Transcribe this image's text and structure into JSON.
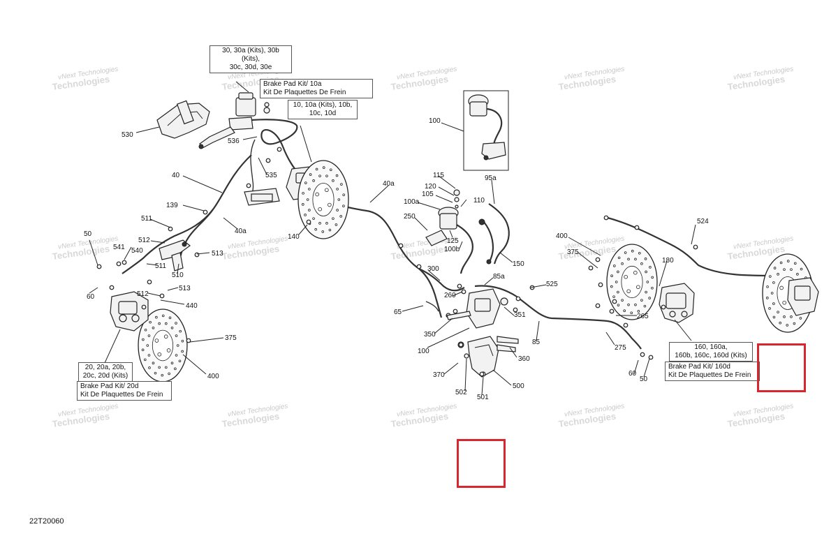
{
  "diagram_code": "22T20060",
  "watermark": {
    "line1": "vNext Technologies",
    "line2": "Technologies"
  },
  "callout_boxes": {
    "box_30": [
      "30, 30a (Kits), 30b (Kits),",
      "30c, 30d, 30e"
    ],
    "box_10_kit": [
      "Brake Pad Kit/ 10a",
      "Kit De Plaquettes De Frein"
    ],
    "box_10": [
      "10, 10a (Kits), 10b,",
      "10c, 10d"
    ],
    "box_20": [
      "20, 20a, 20b,",
      "20c, 20d (Kits)"
    ],
    "box_20_kit": [
      "Brake Pad Kit/ 20d",
      "Kit De Plaquettes De Frein"
    ],
    "box_160": [
      "160, 160a,",
      "160b, 160c, 160d (Kits)"
    ],
    "box_160_kit": [
      "Brake Pad Kit/ 160d",
      "Kit De Plaquettes De Frein"
    ]
  },
  "part_labels": {
    "p530": "530",
    "p536": "536",
    "p40": "40",
    "p535": "535",
    "p139": "139",
    "p50L": "50",
    "p541": "541",
    "p540": "540",
    "p511a": "511",
    "p512a": "512",
    "p40a_left": "40a",
    "p513a": "513",
    "p511b": "511",
    "p510": "510",
    "p513b": "513",
    "p60L": "60",
    "p512b": "512",
    "p440": "440",
    "p375L": "375",
    "p400L": "400",
    "p140": "140",
    "p40a_mid": "40a",
    "p100_top": "100",
    "p95a": "95a",
    "p115": "115",
    "p120": "120",
    "p105": "105",
    "p100a": "100a",
    "p110": "110",
    "p250": "250",
    "p125": "125",
    "p100b": "100b",
    "p150": "150",
    "p300": "300",
    "p85a": "85a",
    "p525": "525",
    "p260": "260",
    "p65": "65",
    "p351": "351",
    "p350": "350",
    "p100_bot": "100",
    "p85": "85",
    "p360": "360",
    "p370": "370",
    "p502": "502",
    "p501": "501",
    "p500": "500",
    "p524": "524",
    "p400R": "400",
    "p375R": "375",
    "p180": "180",
    "p265": "265",
    "p275": "275",
    "p60R": "60",
    "p50R": "50"
  },
  "highlight_color": "#d7262e"
}
